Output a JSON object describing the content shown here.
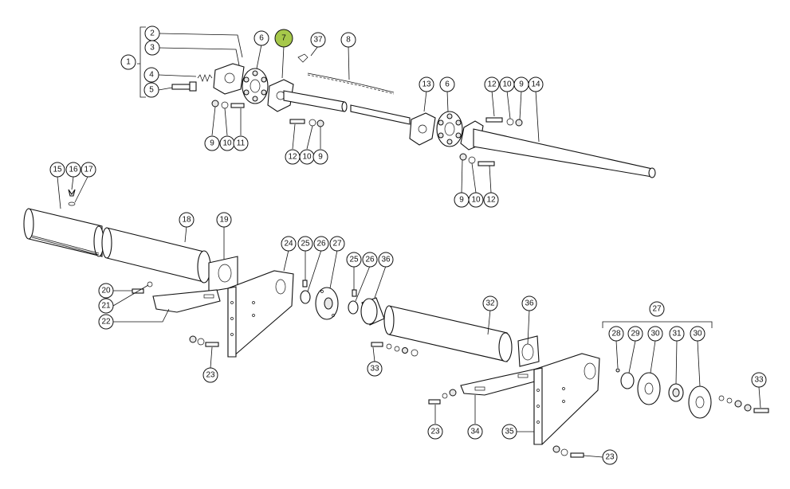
{
  "highlight_color": "#a6c84a",
  "labels": {
    "l1": "1",
    "l2": "2",
    "l3": "3",
    "l4": "4",
    "l5": "5",
    "l6a": "6",
    "l7": "7",
    "l37": "37",
    "l8": "8",
    "l9a": "9",
    "l10a": "10",
    "l11": "11",
    "l12a": "12",
    "l10b": "10",
    "l9b": "9",
    "l13": "13",
    "l6b": "6",
    "l12b": "12",
    "l10c": "10",
    "l9c": "9",
    "l14": "14",
    "l9d": "9",
    "l10d": "10",
    "l12c": "12",
    "l15": "15",
    "l16": "16",
    "l17": "17",
    "l18": "18",
    "l19": "19",
    "l20": "20",
    "l21": "21",
    "l22": "22",
    "l23a": "23",
    "l24": "24",
    "l25a": "25",
    "l26a": "26",
    "l27a": "27",
    "l25b": "25",
    "l26b": "26",
    "l36a": "36",
    "l33a": "33",
    "l32": "32",
    "l36b": "36",
    "l27b": "27",
    "l28": "28",
    "l29": "29",
    "l30a": "30",
    "l31": "31",
    "l30b": "30",
    "l33b": "33",
    "l23b": "23",
    "l34": "34",
    "l35": "35",
    "l23c": "23"
  }
}
